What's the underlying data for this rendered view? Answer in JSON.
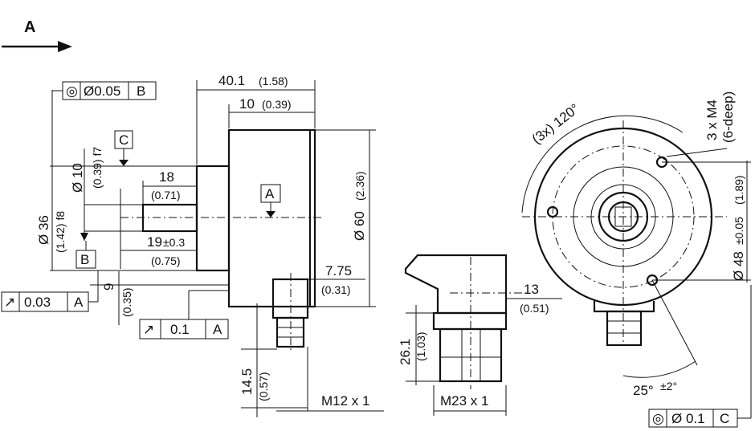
{
  "view": {
    "label": "A"
  },
  "left_view": {
    "dims": {
      "d40_1": "40.1",
      "d40_1_in": "(1.58)",
      "d10": "10",
      "d10_in": "(0.39)",
      "d18": "18",
      "d18_in": "(0.71)",
      "d19": "19",
      "d19_tol": "±0.3",
      "d19_in": "(0.75)",
      "shaft_dia": "Ø 10",
      "shaft_fit": "(0.39) f7",
      "spig_dia": "Ø 36",
      "spig_fit": "(1.42) f8",
      "body_dia": "Ø 60",
      "body_dia_in": "(2.36)",
      "d7_75": "7.75",
      "d7_75_in": "(0.31)",
      "d9": "9",
      "d9_in": "(0.35)",
      "d14_5": "14.5",
      "d14_5_in": "(0.57)",
      "thread": "M12 x 1"
    },
    "fcf_concentricity": {
      "symbol": "◎",
      "value": "Ø0.05",
      "datum": "B"
    },
    "fcf_runout_1": {
      "symbol": "↗",
      "value": "0.03",
      "datum": "A"
    },
    "fcf_runout_2": {
      "symbol": "↗",
      "value": "0.1",
      "datum": "A"
    },
    "datum_a": "A",
    "datum_b": "B",
    "datum_c": "C"
  },
  "middle_view": {
    "dims": {
      "d26_1": "26.1",
      "d26_1_in": "(1.03)",
      "d13": "13",
      "d13_in": "(0.51)",
      "thread": "M23 x 1"
    }
  },
  "right_view": {
    "dims": {
      "angle": "(3x) 120°",
      "holes": "3 x M4",
      "holes_depth": "(6-deep)",
      "pcd": "Ø 48",
      "pcd_tol": "±0.05",
      "pcd_in": "(1.89)",
      "angle2": "25°",
      "angle2_tol": "±2°"
    },
    "fcf_concentricity": {
      "symbol": "◎",
      "value": "Ø 0.1",
      "datum": "C"
    }
  }
}
